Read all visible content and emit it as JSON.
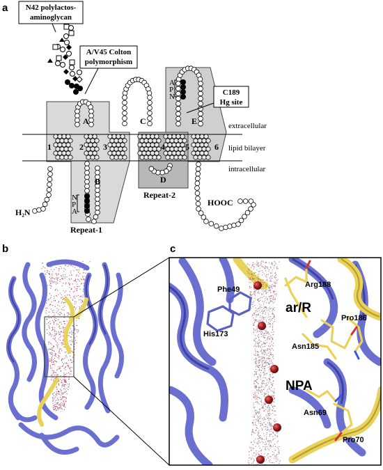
{
  "panels": {
    "a": "a",
    "b": "b",
    "c": "c"
  },
  "topology": {
    "callout_glycan": [
      "N42 polylactos-",
      "aminoglycan"
    ],
    "callout_colton": [
      "A/V45 Colton",
      "polymorphism"
    ],
    "callout_hg": [
      "C189",
      "Hg site"
    ],
    "loops": {
      "A": "A",
      "B": "B",
      "C": "C",
      "D": "D",
      "E": "E"
    },
    "helices": {
      "h1": "1",
      "h2": "2",
      "h3": "3",
      "h4": "4",
      "h5": "5",
      "h6": "6"
    },
    "membrane": {
      "extracellular": "extracellular",
      "bilayer": "lipid bilayer",
      "intracellular": "intracellular"
    },
    "repeat1": "Repeat-1",
    "repeat2": "Repeat-2",
    "n_term": "H₂N",
    "c_term": "HOOC",
    "npa_b": [
      "N",
      "P",
      "A"
    ],
    "npa_e": [
      "A",
      "P",
      "N"
    ]
  },
  "closeup": {
    "residues": {
      "phe49": "Phe49",
      "his173": "His173",
      "arg188": "Arg188",
      "pro186": "Pro186",
      "asn185": "Asn185",
      "asn69": "Asn69",
      "pro70": "Pro70"
    },
    "ar_r": "ar/R",
    "npa": "NPA"
  },
  "colors": {
    "helix_blue": "#6a6fd0",
    "loop_yellow": "#e8d25a",
    "water_red": "#b32020",
    "box_gray": "#d9d9d9",
    "box_gray_dark": "#bdbdbd"
  }
}
